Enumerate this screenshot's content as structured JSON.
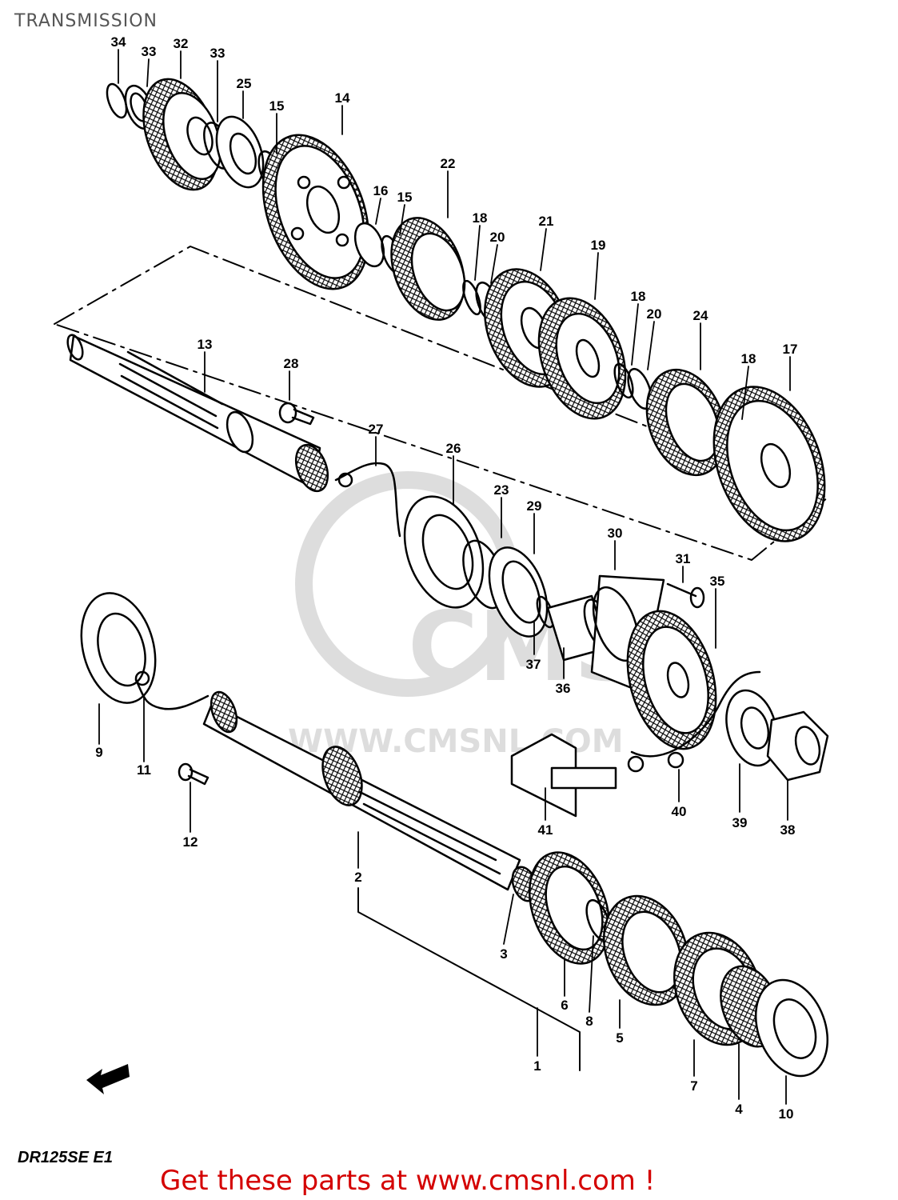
{
  "header": {
    "title": "TRANSMISSION"
  },
  "footer": {
    "model_code": "DR125SE E1",
    "promo": "Get these parts at www.cmsnl.com !"
  },
  "watermark": {
    "brand": "CMS",
    "url": "WWW.CMSNL.COM"
  },
  "colors": {
    "line": "#000000",
    "promo": "#d40000",
    "title": "#555555"
  },
  "callouts": {
    "c34": "34",
    "c33a": "33",
    "c32": "32",
    "c33b": "33",
    "c25": "25",
    "c15a": "15",
    "c14": "14",
    "c16": "16",
    "c15b": "15",
    "c22": "22",
    "c18a": "18",
    "c20a": "20",
    "c21": "21",
    "c19": "19",
    "c18b": "18",
    "c20b": "20",
    "c24": "24",
    "c18c": "18",
    "c17": "17",
    "c13": "13",
    "c28": "28",
    "c27": "27",
    "c26": "26",
    "c23": "23",
    "c29": "29",
    "c30": "30",
    "c31": "31",
    "c35": "35",
    "c37": "37",
    "c36": "36",
    "c9": "9",
    "c11": "11",
    "c12": "12",
    "c40": "40",
    "c39": "39",
    "c38": "38",
    "c41": "41",
    "c2": "2",
    "c3": "3",
    "c6": "6",
    "c8": "8",
    "c5": "5",
    "c7": "7",
    "c4": "4",
    "c1": "1",
    "c10": "10"
  }
}
